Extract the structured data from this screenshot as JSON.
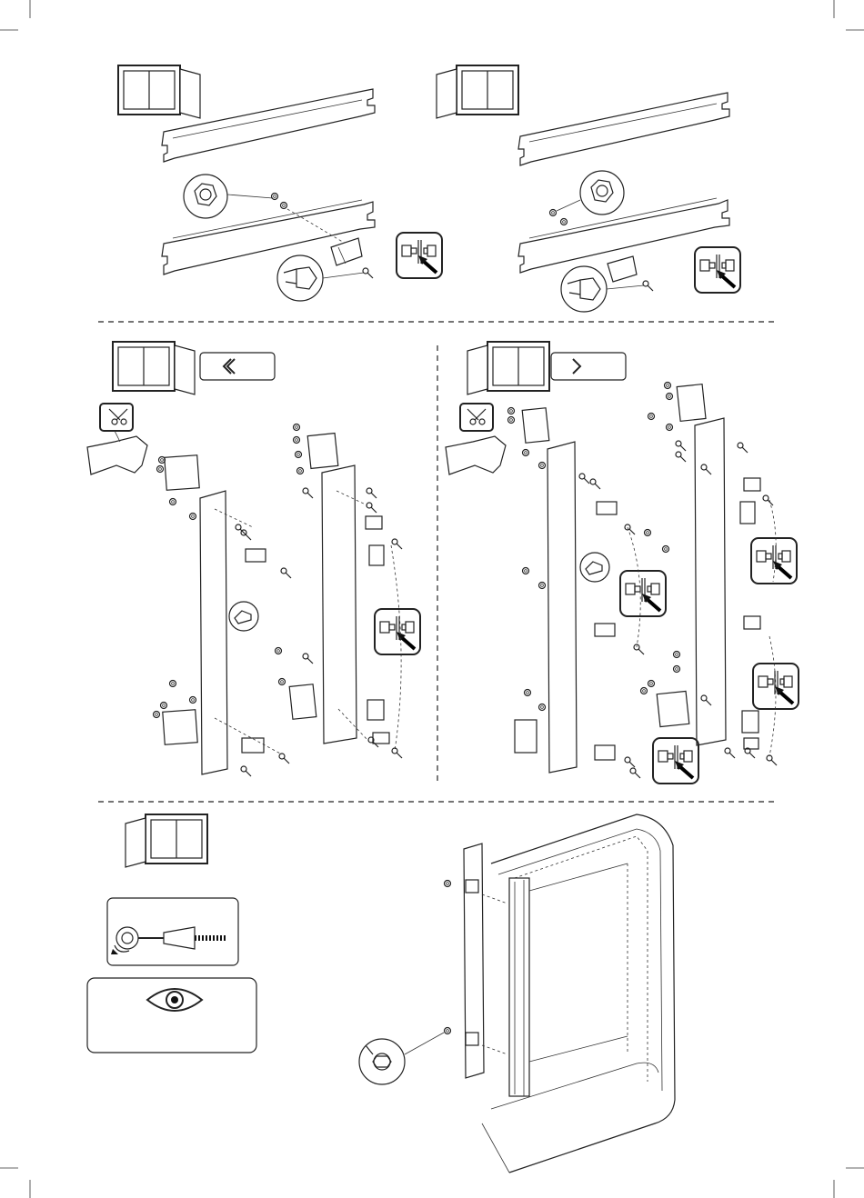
{
  "document": {
    "type": "assembly-instructions",
    "steps": [
      {
        "id": "step-top-left",
        "icon": "cabinet-door-open-left-icon"
      },
      {
        "id": "step-top-right",
        "icon": "cabinet-door-open-right-icon"
      },
      {
        "id": "step-mid-left",
        "icon": "cabinet-door-open-left-icon",
        "direction_icon": "chevron-left-double-icon"
      },
      {
        "id": "step-mid-right",
        "icon": "cabinet-door-open-right-icon",
        "direction_icon": "chevron-right-icon"
      },
      {
        "id": "step-bottom",
        "icon": "cabinet-door-open-right-icon",
        "tool": "screwdriver-icon",
        "check": "eye-icon"
      }
    ],
    "callout_icon": "fitting-detail-icon",
    "tool_icon": "cutter-scissors-icon",
    "colors": {
      "line": "#222222",
      "background": "#ffffff",
      "accent": "#000000"
    }
  }
}
